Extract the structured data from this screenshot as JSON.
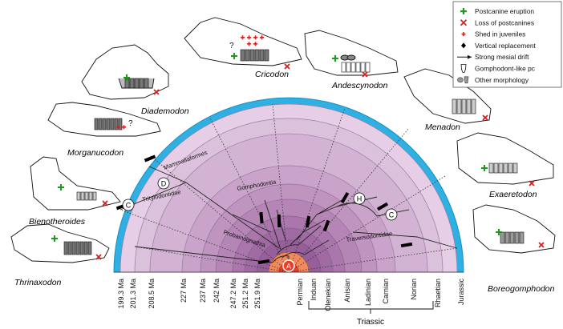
{
  "taxa": {
    "diademodon": "Diademodon",
    "cricodon": "Cricodon",
    "andescynodon": "Andescynodon",
    "morganucodon": "Morganucodon",
    "menadon": "Menadon",
    "bienotheroides": "Bienotheroides",
    "exaeretodon": "Exaeretodon",
    "thrinaxodon": "Thrinaxodon",
    "boreogomphodon": "Boreogomphodon"
  },
  "clades": {
    "mammaliaformes": "Mammaliaformes",
    "gomphodontia": "Gomphodontia",
    "tritylodontidae": "Tritylodontidae",
    "probainognathia": "Probainognathia",
    "traversodontidae": "Traversodontidae"
  },
  "nodes": {
    "D": "D",
    "C": "C",
    "H": "H",
    "A": "A"
  },
  "timescale": {
    "ages": [
      "199.3 Ma",
      "201.3 Ma",
      "208.5 Ma",
      "227 Ma",
      "237 Ma",
      "242 Ma",
      "247.2 Ma",
      "251.2 Ma",
      "251.9 Ma"
    ],
    "stages": [
      "Permian",
      "Induan",
      "Olenekian",
      "Anisian",
      "Ladinian",
      "Carnian",
      "Norian",
      "Rhaetian",
      "Jurassic"
    ],
    "triassic_label": "Triassic"
  },
  "legend": {
    "items": [
      {
        "symbol": "plus-green",
        "label": "Postcanine eruption"
      },
      {
        "symbol": "x-red",
        "label": "Loss of postcanines"
      },
      {
        "symbol": "plus-red-small",
        "label": "Shed in juveniles"
      },
      {
        "symbol": "diamond-black",
        "label": "Vertical replacement"
      },
      {
        "symbol": "arrow",
        "label": "Strong mesial drift"
      },
      {
        "symbol": "gomphodont-tooth",
        "label": "Gomphodont-like pc"
      },
      {
        "symbol": "other-tooth",
        "label": "Other morphology"
      }
    ]
  },
  "colors": {
    "outer_ring": "#2fb0e3",
    "root_node": "#e8402a",
    "eruption": "#1a9c1a",
    "loss": "#d42020"
  }
}
